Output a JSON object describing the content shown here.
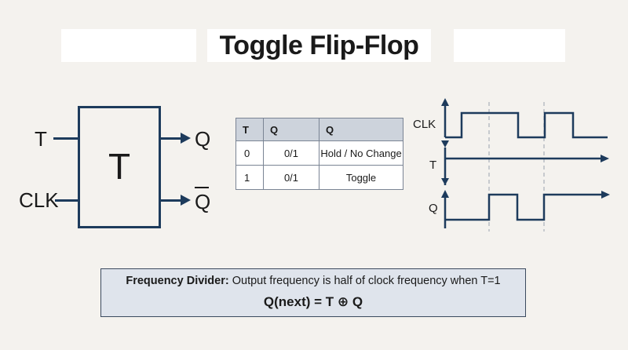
{
  "title": "Toggle Flip-Flop",
  "block": {
    "label": "T",
    "input_t": "T",
    "input_clk": "CLK",
    "output_q": "Q",
    "output_qbar": "Q"
  },
  "truth_table": {
    "headers": [
      "T",
      "Q",
      "Q"
    ],
    "rows": [
      [
        "0",
        "0/1",
        "Hold / No Change"
      ],
      [
        "1",
        "0/1",
        "Toggle"
      ]
    ]
  },
  "timing": {
    "signals": [
      "CLK",
      "T",
      "Q"
    ]
  },
  "info": {
    "lead": "Frequency Divider:",
    "text": " Output frequency is half of clock frequency when T=1",
    "equation": "Q(next) = T ⊕ Q"
  },
  "colors": {
    "line": "#1d3b5c",
    "table_header": "#cdd3dc",
    "info_fill": "#dfe4ec",
    "background": "#f4f2ee"
  }
}
